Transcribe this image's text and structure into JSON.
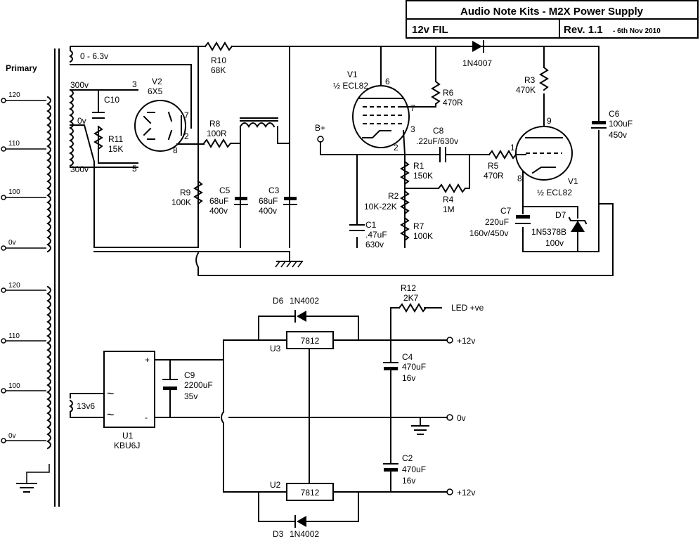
{
  "title_block": {
    "title": "Audio Note Kits - M2X Power Supply",
    "variant": "12v FIL",
    "revision": "Rev. 1.1",
    "date": "- 6th Nov 2010"
  },
  "transformer": {
    "primary_label": "Primary",
    "primary_taps_top": [
      "120",
      "110",
      "100",
      "0v"
    ],
    "primary_taps_bottom": [
      "120",
      "110",
      "100",
      "0v"
    ],
    "secondary_heater": "0 - 6.3v",
    "secondary_hv_top": "300v",
    "secondary_hv_mid": "0v",
    "secondary_hv_bottom": "300v",
    "secondary_lv": "13v6"
  },
  "components": {
    "v2": {
      "ref": "V2",
      "type": "6X5",
      "pins": [
        "3",
        "7",
        "2",
        "8",
        "5"
      ]
    },
    "c10": {
      "ref": "C10"
    },
    "r11": {
      "ref": "R11",
      "value": "15K"
    },
    "r10": {
      "ref": "R10",
      "value": "68K"
    },
    "r8": {
      "ref": "R8",
      "value": "100R"
    },
    "r9": {
      "ref": "R9",
      "value": "100K"
    },
    "c5": {
      "ref": "C5",
      "value": "68uF",
      "voltage": "400v"
    },
    "c3": {
      "ref": "C3",
      "value": "68uF",
      "voltage": "400v"
    },
    "d_1n4007": {
      "value": "1N4007"
    },
    "v1a": {
      "ref": "V1",
      "type": "½ ECL82",
      "pins": [
        "6",
        "7",
        "3",
        "2"
      ]
    },
    "r6": {
      "ref": "R6",
      "value": "470R"
    },
    "r3": {
      "ref": "R3",
      "value": "470K"
    },
    "c6": {
      "ref": "C6",
      "value": "100uF",
      "voltage": "450v"
    },
    "bplus": {
      "label": "B+"
    },
    "c8": {
      "ref": "C8",
      "value": ".22uF/630v"
    },
    "r1": {
      "ref": "R1",
      "value": "150K"
    },
    "r2": {
      "ref": "R2",
      "value": "10K-22K"
    },
    "r7": {
      "ref": "R7",
      "value": "100K"
    },
    "r4": {
      "ref": "R4",
      "value": "1M"
    },
    "r5": {
      "ref": "R5",
      "value": "470R"
    },
    "c1": {
      "ref": "C1",
      "value": ".47uF",
      "voltage": "630v"
    },
    "v1b": {
      "ref": "V1",
      "type": "½ ECL82",
      "pins": [
        "9",
        "1",
        "8"
      ]
    },
    "c7": {
      "ref": "C7",
      "value": "220uF",
      "voltage": "160v/450v"
    },
    "d7": {
      "ref": "D7",
      "value": "1N5378B",
      "voltage": "100v"
    },
    "d6": {
      "ref": "D6",
      "value": "1N4002"
    },
    "d3": {
      "ref": "D3",
      "value": "1N4002"
    },
    "u3": {
      "ref": "U3",
      "value": "7812"
    },
    "u2": {
      "ref": "U2",
      "value": "7812"
    },
    "u1": {
      "ref": "U1",
      "value": "KBU6J",
      "plus": "+",
      "minus": "-",
      "ac": "~"
    },
    "c9": {
      "ref": "C9",
      "value": "2200uF",
      "voltage": "35v"
    },
    "c4": {
      "ref": "C4",
      "value": "470uF",
      "voltage": "16v"
    },
    "c2": {
      "ref": "C2",
      "value": "470uF",
      "voltage": "16v"
    },
    "r12": {
      "ref": "R12",
      "value": "2K7"
    }
  },
  "outputs": {
    "led": "LED +ve",
    "plus12_top": "+12v",
    "zero": "0v",
    "plus12_bottom": "+12v"
  }
}
